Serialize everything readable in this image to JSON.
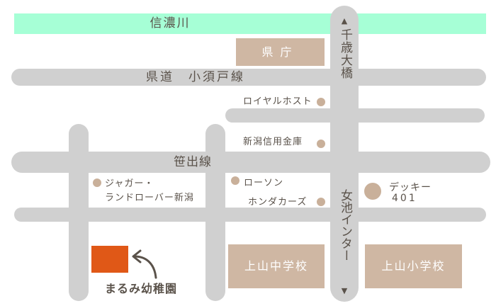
{
  "river": {
    "name": "信濃川"
  },
  "roads": {
    "kendo": "県道　小須戸線",
    "sasade": "笹出線",
    "chitose": "千歳大橋",
    "meichi": "女池インター"
  },
  "buildings": {
    "kencho": "県庁",
    "kamiyama_chu": "上山中学校",
    "kamiyama_sho": "上山小学校"
  },
  "pois": {
    "royal_host": "ロイヤルホスト",
    "niigata_shinkin": "新潟信用金庫",
    "jaguar_line1": "ジャガー・",
    "jaguar_line2": "ランドローバー新潟",
    "lawson": "ローソン",
    "honda_cars": "ホンダカーズ",
    "decky_line1": "デッキー",
    "decky_line2": "401"
  },
  "school": {
    "name": "まるみ幼稚園"
  },
  "colors": {
    "river": "#a6ffd6",
    "road": "#d0d0d0",
    "building": "#cfb7a3",
    "poi_dot": "#c9b09a",
    "school_marker": "#e05817",
    "text": "#5a524a"
  },
  "icons": {
    "north": "arrow-up-icon",
    "south": "arrow-down-icon",
    "pointer": "curved-arrow-icon"
  }
}
